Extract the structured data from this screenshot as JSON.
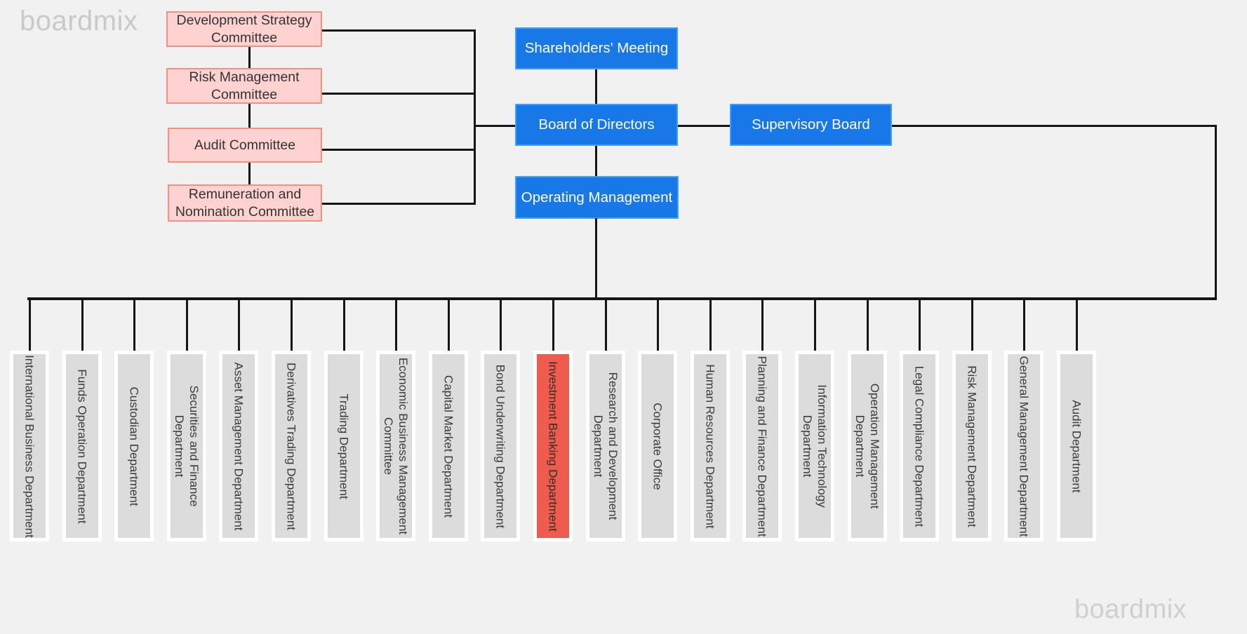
{
  "watermarks": {
    "top_left": "boardmix",
    "bottom_right": "boardmix"
  },
  "committees": [
    {
      "label": "Development Strategy Committee"
    },
    {
      "label": "Risk Management Committee"
    },
    {
      "label": "Audit Committee"
    },
    {
      "label": "Remuneration and Nomination Committee"
    }
  ],
  "governance": {
    "shareholders_meeting": "Shareholders' Meeting",
    "board_of_directors": "Board of Directors",
    "supervisory_board": "Supervisory Board",
    "operating_management": "Operating Management"
  },
  "departments": [
    {
      "label": "International Business Department",
      "highlight": false
    },
    {
      "label": "Funds Operation Department",
      "highlight": false
    },
    {
      "label": "Custodian Department",
      "highlight": false
    },
    {
      "label": "Securities and Finance Department",
      "highlight": false
    },
    {
      "label": "Asset Management Department",
      "highlight": false
    },
    {
      "label": "Derivatives Trading Department",
      "highlight": false
    },
    {
      "label": "Trading Department",
      "highlight": false
    },
    {
      "label": "Economic Business Management Committee",
      "highlight": false
    },
    {
      "label": "Capital Market Department",
      "highlight": false
    },
    {
      "label": "Bond Underwriting Department",
      "highlight": false
    },
    {
      "label": "Investment Banking Department",
      "highlight": true
    },
    {
      "label": "Research and Development Department",
      "highlight": false
    },
    {
      "label": "Corporate Office",
      "highlight": false
    },
    {
      "label": "Human Resources Department",
      "highlight": false
    },
    {
      "label": "Planning and Finance Department",
      "highlight": false
    },
    {
      "label": "Information Technology Department",
      "highlight": false
    },
    {
      "label": "Operation Management Department",
      "highlight": false
    },
    {
      "label": "Legal Compliance Department",
      "highlight": false
    },
    {
      "label": "Risk Management Department",
      "highlight": false
    },
    {
      "label": "General Management Department",
      "highlight": false
    },
    {
      "label": "Audit Department",
      "highlight": false
    }
  ],
  "colors": {
    "background": "#f1f1f1",
    "blue_fill": "#1878e8",
    "blue_border": "#41a0f5",
    "pink_fill": "#ffd2d2",
    "pink_border": "#f4907e",
    "dept_fill": "#dcdcdc",
    "highlight_fill": "#ef5b4c",
    "connector": "#151515",
    "watermark": "#c9c9c9"
  }
}
